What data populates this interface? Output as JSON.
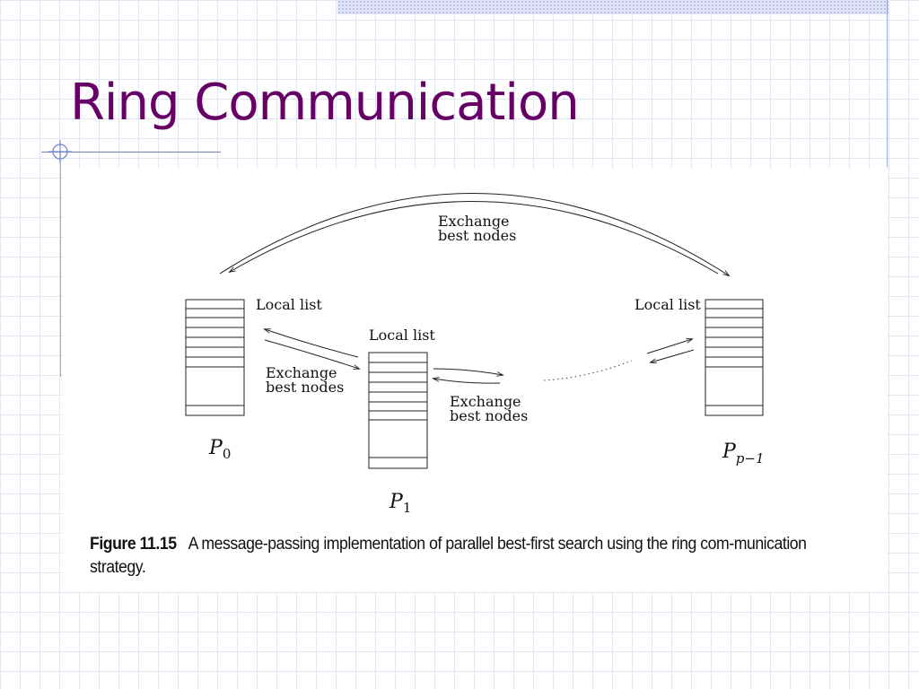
{
  "slide": {
    "title": "Ring Communication"
  },
  "diagram": {
    "processors": [
      {
        "id": "P0",
        "label_base": "P",
        "label_sub": "0",
        "list_label": "Local list"
      },
      {
        "id": "P1",
        "label_base": "P",
        "label_sub": "1",
        "list_label": "Local list"
      },
      {
        "id": "Pp-1",
        "label_base": "P",
        "label_sub": "p−1",
        "list_label": "Local list"
      }
    ],
    "exchange_labels": [
      {
        "line1": "Exchange",
        "line2": "best nodes"
      },
      {
        "line1": "Exchange",
        "line2": "best nodes"
      },
      {
        "line1": "Exchange",
        "line2": "best nodes"
      }
    ]
  },
  "caption": {
    "figure_label": "Figure 11.15",
    "text": "A message-passing implementation of parallel best-first search using the ring com-munication strategy."
  }
}
